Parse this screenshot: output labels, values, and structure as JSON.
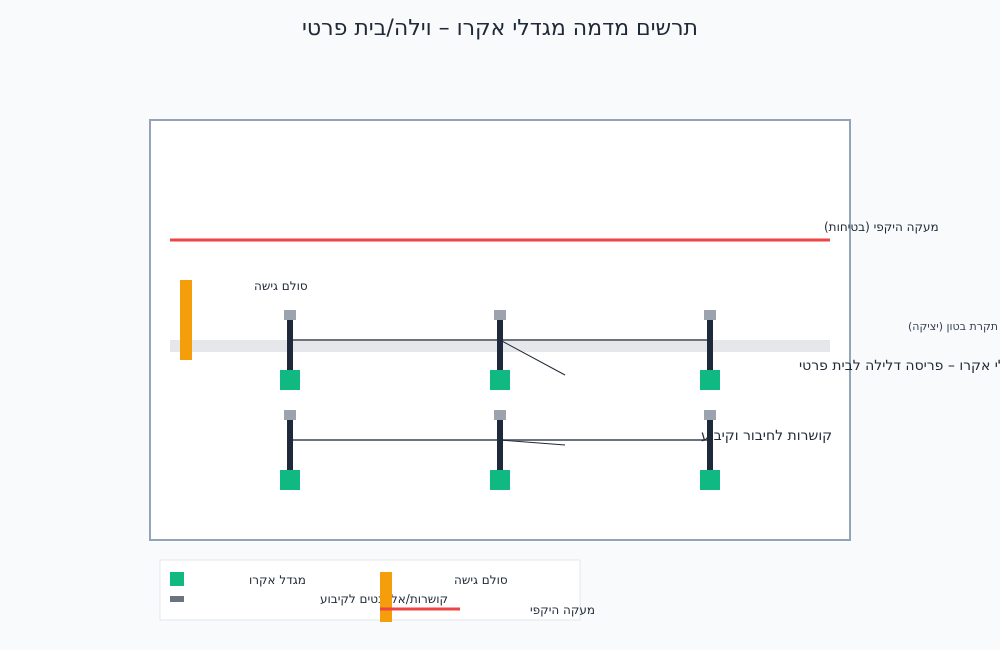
{
  "title": "תרשים מדמה מגדלי אקרו – וילה/בית פרטי",
  "labels": {
    "railing": "מעקה היקפי (בטיחות)",
    "slab": "תקרת בטון (יציקה)",
    "ladder": "סולם גישה",
    "towers_annotation": "מגדלי אקרו – פריסה דלילה לבית פרטי",
    "bracing_annotation": "קושרות לחיבור וקיבוע"
  },
  "legend": {
    "items": [
      {
        "label": "מגדל אקרו",
        "color": "#10b981"
      },
      {
        "label": "קושרות/אלמנטים לקיבוע",
        "color": "#6b7280"
      },
      {
        "label": "סולם גישה",
        "color": "#f59e0b"
      },
      {
        "label": "מעקה היקפי",
        "color": "#ef4444"
      }
    ]
  },
  "colors": {
    "tower_base": "#10b981",
    "tower_post": "#1e293b",
    "tower_head": "#9ca3af",
    "bracing": "#6b7280",
    "slab": "#e5e7eb",
    "ladder": "#f59e0b",
    "railing": "#ef4444",
    "frame": "#94a3b8"
  },
  "grid": {
    "rows": 2,
    "columns": 3
  }
}
